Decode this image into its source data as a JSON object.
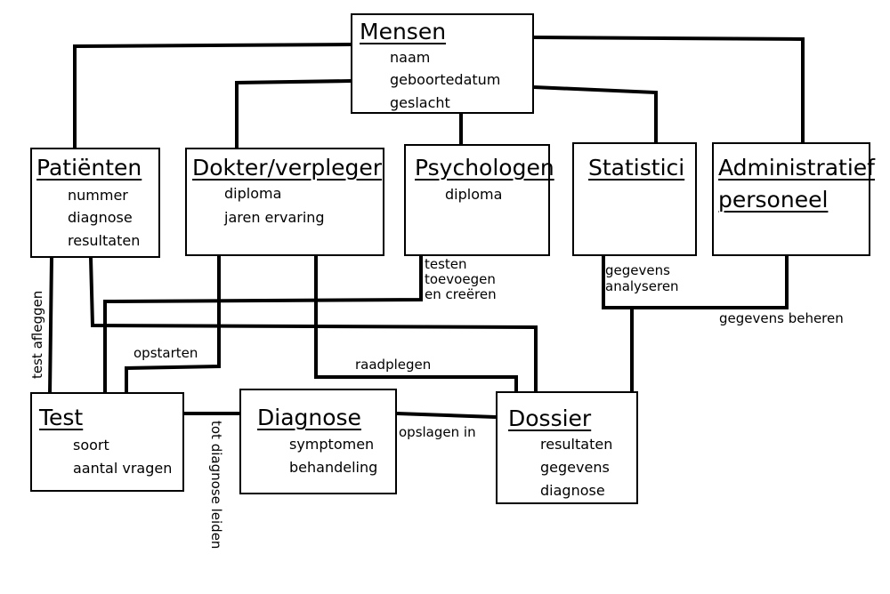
{
  "entities": {
    "mensen": {
      "title": "Mensen",
      "attrs": [
        "naam",
        "geboortedatum",
        "geslacht"
      ]
    },
    "patienten": {
      "title": "Patiënten",
      "attrs": [
        "nummer",
        "diagnose",
        "resultaten"
      ]
    },
    "dokter": {
      "title": "Dokter/verpleger",
      "attrs": [
        "diploma",
        "jaren ervaring"
      ]
    },
    "psychologen": {
      "title": "Psychologen",
      "attrs": [
        "diploma"
      ]
    },
    "statistici": {
      "title": "Statistici",
      "attrs": []
    },
    "administratief": {
      "title_lines": [
        "Administratief",
        "personeel"
      ],
      "attrs": []
    },
    "test": {
      "title": "Test",
      "attrs": [
        "soort",
        "aantal vragen"
      ]
    },
    "diagnose": {
      "title": "Diagnose",
      "attrs": [
        "symptomen",
        "behandeling"
      ]
    },
    "dossier": {
      "title": "Dossier",
      "attrs": [
        "resultaten",
        "gegevens",
        "diagnose"
      ]
    }
  },
  "relations": {
    "test_afleggen": "test afleggen",
    "opstarten": "opstarten",
    "raadplegen": "raadplegen",
    "testen_toevoegen": [
      "testen",
      "toevoegen",
      "en creëren"
    ],
    "gegevens_analyseren": [
      "gegevens",
      "analyseren"
    ],
    "gegevens_beheren": "gegevens beheren",
    "tot_diagnose_leiden": "tot diagnose leiden",
    "opslagen_in": "opslagen in"
  }
}
